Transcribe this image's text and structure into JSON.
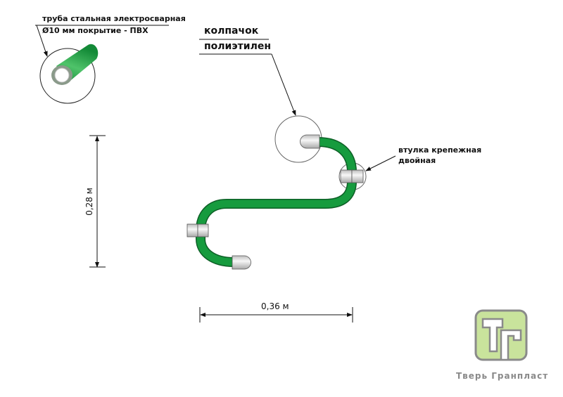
{
  "labels": {
    "pipe_line1": "труба  стальная электросварная",
    "pipe_line2": "Ø10 мм покрытие - ПВХ",
    "cap_line1": "колпачок",
    "cap_line2": "полиэтилен",
    "bushing_line1": "втулка крепежная",
    "bushing_line2": "двойная"
  },
  "dimensions": {
    "height": "0,28 м",
    "width": "0,36 м"
  },
  "logo": {
    "letters": "ТГ",
    "company": "Тверь Гранпласт"
  },
  "colors": {
    "pipe_green": "#169b3e",
    "pipe_outline": "#0d5f26",
    "logo_green": "#c9e39c",
    "logo_gray": "#8a8a8a"
  }
}
